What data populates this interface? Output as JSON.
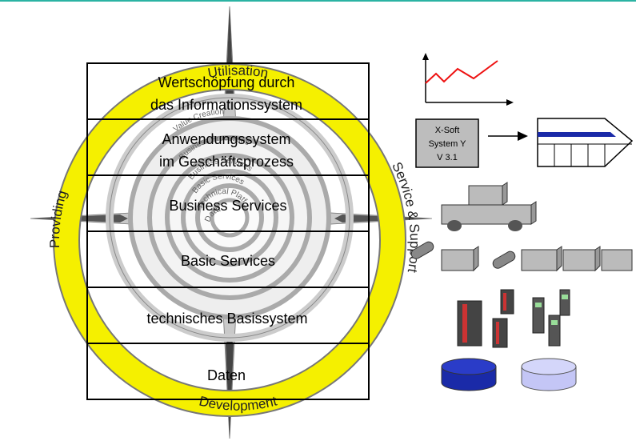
{
  "ring_labels": {
    "top": "Utilisation",
    "left": "Providing",
    "right": "Service & Support",
    "bottom": "Development"
  },
  "inner_ring_labels": {
    "value_creation": "Value Creation",
    "business_processes": "Business Processes",
    "business_services": "Business Services",
    "basic_services": "Basic Services",
    "technical_platform": "Technical Platform",
    "data": "Data"
  },
  "layers": [
    {
      "line1": "Wertschöpfung durch",
      "line2": "das Informationssystem"
    },
    {
      "line1": "Anwendungssystem",
      "line2": "im Geschäftsprozess"
    },
    {
      "line1": "Business Services"
    },
    {
      "line1": "Basic Services"
    },
    {
      "line1": "technisches Basissystem"
    },
    {
      "line1": "Daten"
    }
  ],
  "software_box": {
    "line1": "X-Soft",
    "line2": "System Y",
    "line3": "V 3.1"
  },
  "colors": {
    "ring_yellow": "#f5f000",
    "accent_rule": "#2bb3a3",
    "line_red": "#ee1111",
    "dark_blue": "#1a2aa8",
    "light_blue": "#c4c6f6"
  },
  "icons": [
    "line-chart-icon",
    "software-box-icon",
    "process-banner-icon",
    "truck-icon",
    "components-icon",
    "servers-icon",
    "database-icon"
  ]
}
